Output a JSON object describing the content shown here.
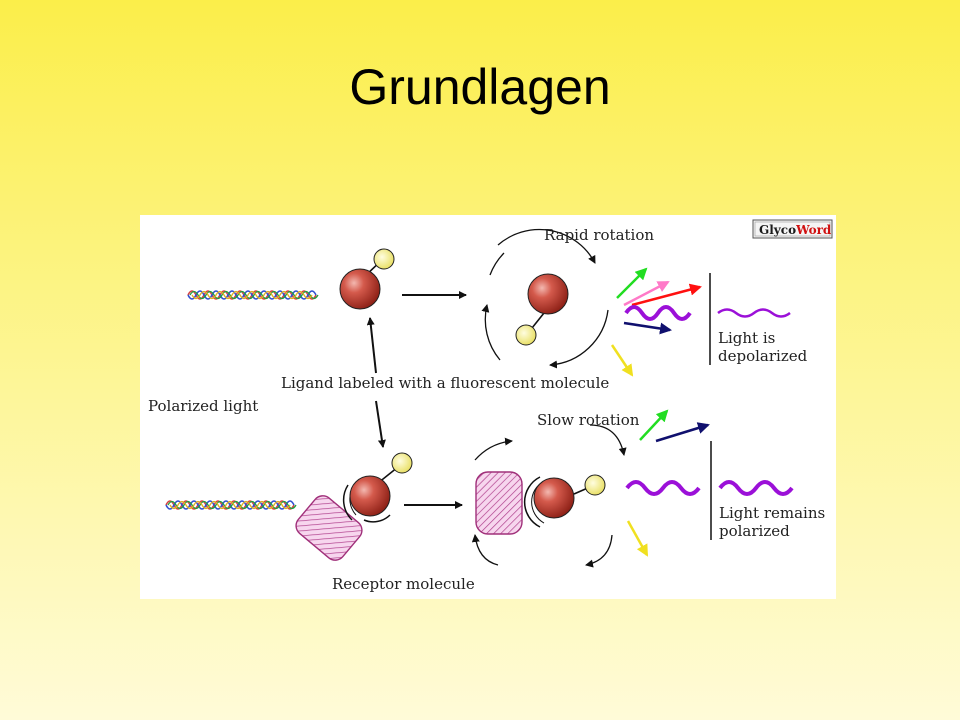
{
  "slide": {
    "title": "Grundlagen"
  },
  "figure": {
    "logo": {
      "part1": "Glyco",
      "part2": "Word"
    },
    "labels": {
      "rapid_rotation": "Rapid rotation",
      "slow_rotation": "Slow rotation",
      "ligand": "Ligand labeled with a fluorescent molecule",
      "polarized_light": "Polarized light",
      "receptor": "Receptor molecule",
      "depolarized_line1": "Light is",
      "depolarized_line2": "depolarized",
      "polarized_line1": "Light remains",
      "polarized_line2": "polarized"
    },
    "colors": {
      "molecule": "#c0392b",
      "fluorophore": "#f4ee7a",
      "receptor_fill": "#f2c6e6",
      "receptor_stroke": "#a0307a",
      "wave": "#9b10d8",
      "arrow_green": "#22dd22",
      "arrow_pink": "#ff7ac8",
      "arrow_red": "#ff1010",
      "arrow_navy": "#10106e",
      "arrow_yellow": "#f0e020"
    }
  }
}
